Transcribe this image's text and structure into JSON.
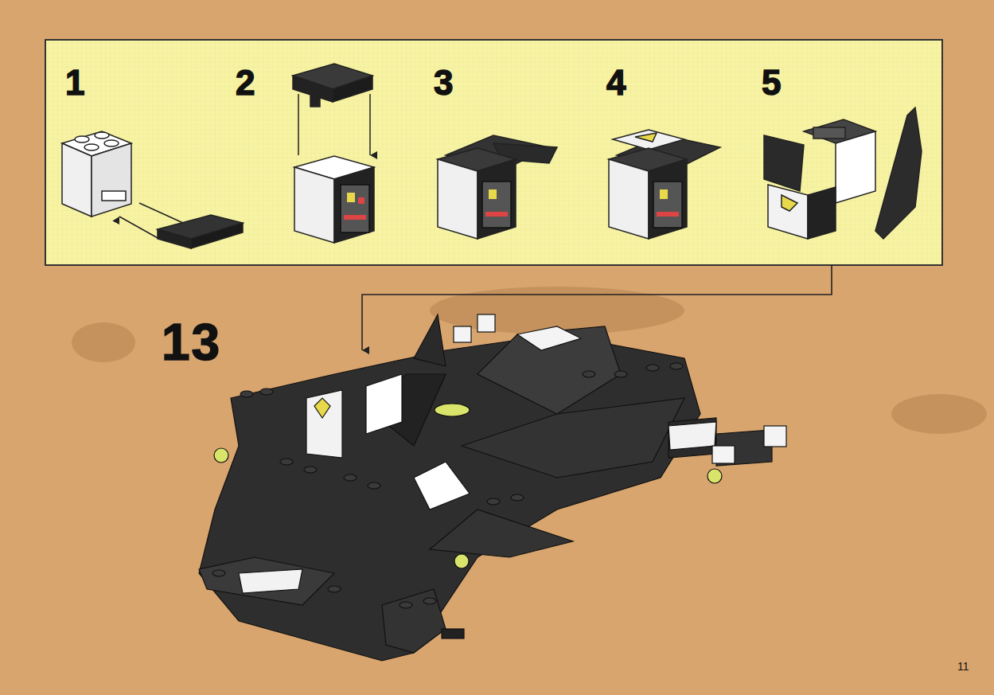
{
  "diagram": {
    "labels": [
      "1",
      "2",
      "3",
      "4",
      "5",
      "13",
      "11"
    ]
  }
}
